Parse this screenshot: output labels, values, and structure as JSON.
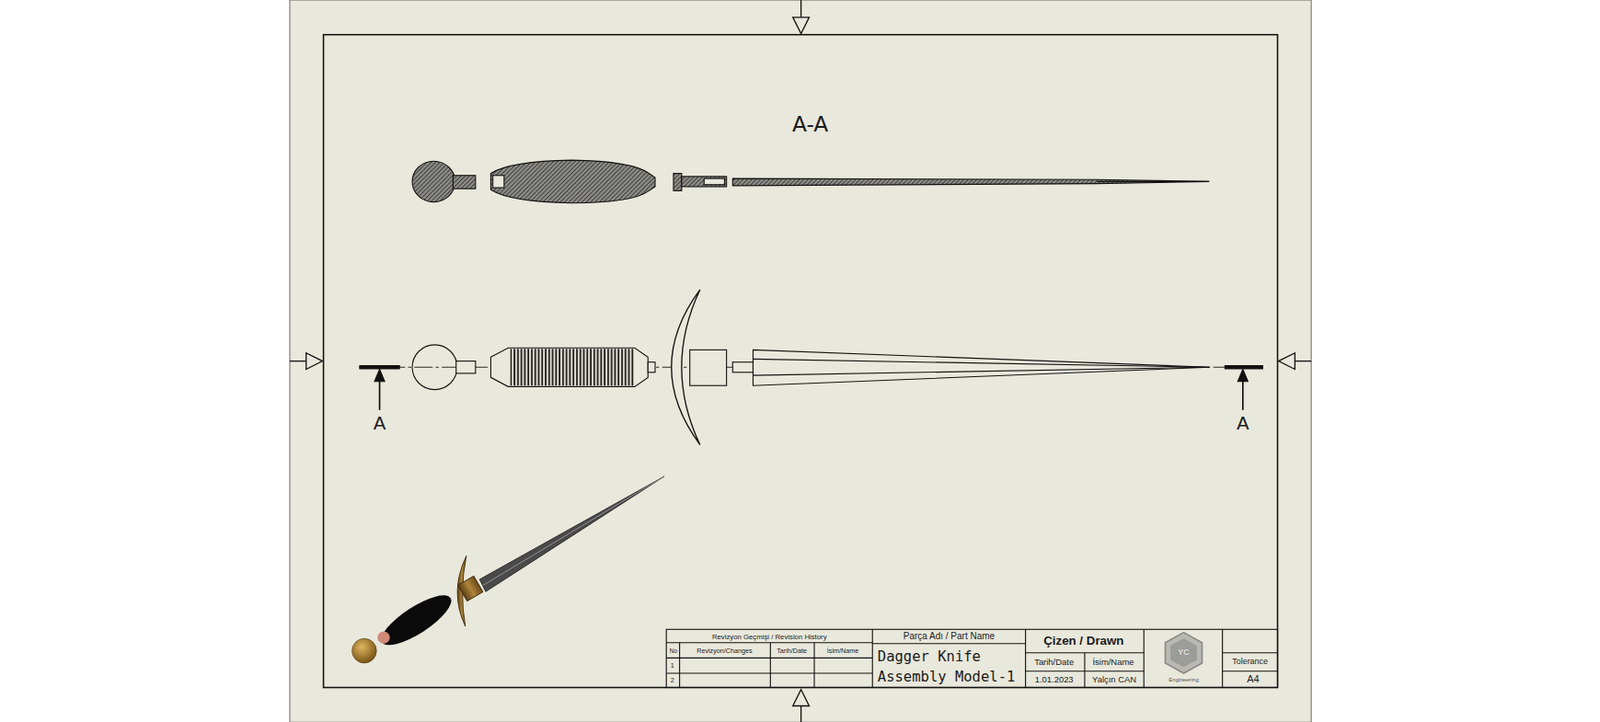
{
  "diagram": {
    "labels": [
      "A-A",
      "A",
      "A",
      "Revizyon Geçmişi / Revision History",
      "No",
      "Revizyon/Changes",
      "Tarih/Date",
      "İsim/Name",
      "1",
      "2",
      "Parça Adı / Part Name",
      "Dagger Knife Assembly Model-1",
      "Çizen / Drawn",
      "Tarih/Date",
      "İsim/Name",
      "1.01.2023",
      "Yalçın CAN",
      "YC",
      "Engineering",
      "Tolerance",
      "A4"
    ]
  }
}
